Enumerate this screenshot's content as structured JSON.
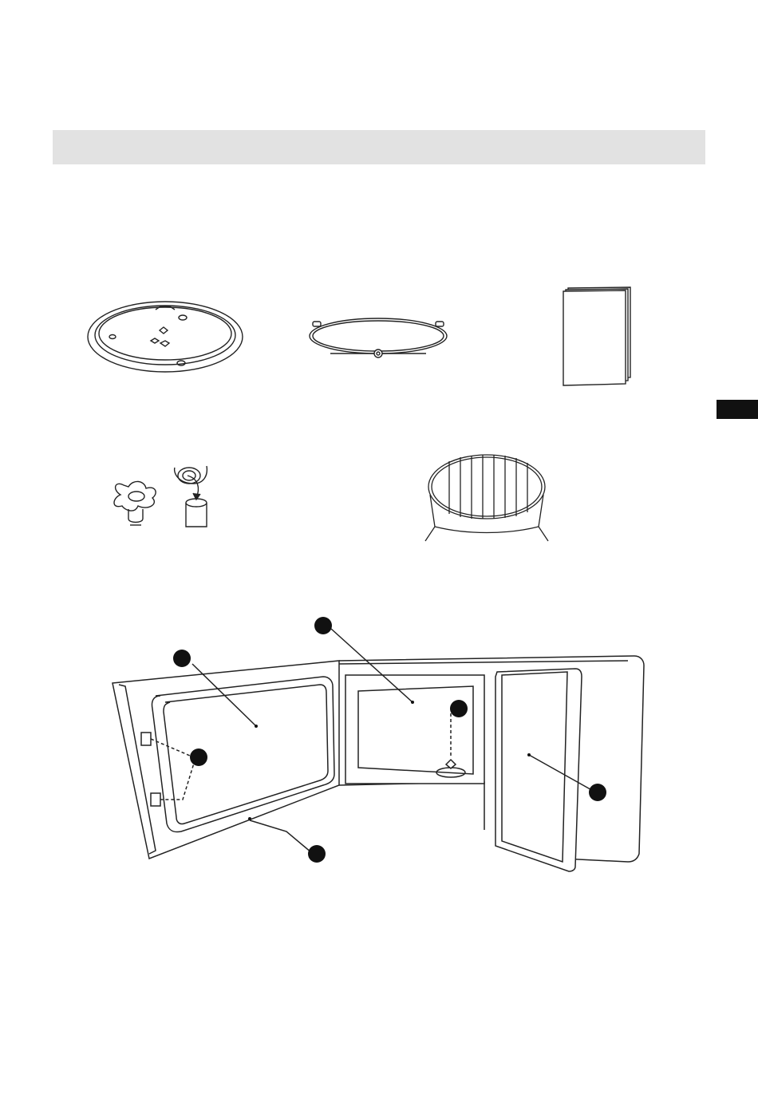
{
  "section": {
    "title": ""
  },
  "side_tab": {
    "label": ""
  },
  "accessories": [
    {
      "name": "turntable-glass-tray"
    },
    {
      "name": "roller-ring"
    },
    {
      "name": "instruction-manual"
    },
    {
      "name": "turntable-coupler"
    },
    {
      "name": "grill-rack"
    }
  ],
  "diagram": {
    "subject": "microwave-oven-open-door",
    "callout_count": 6,
    "colors": {
      "line": "#222222",
      "callout": "#111111",
      "bar": "#e2e2e2"
    }
  }
}
